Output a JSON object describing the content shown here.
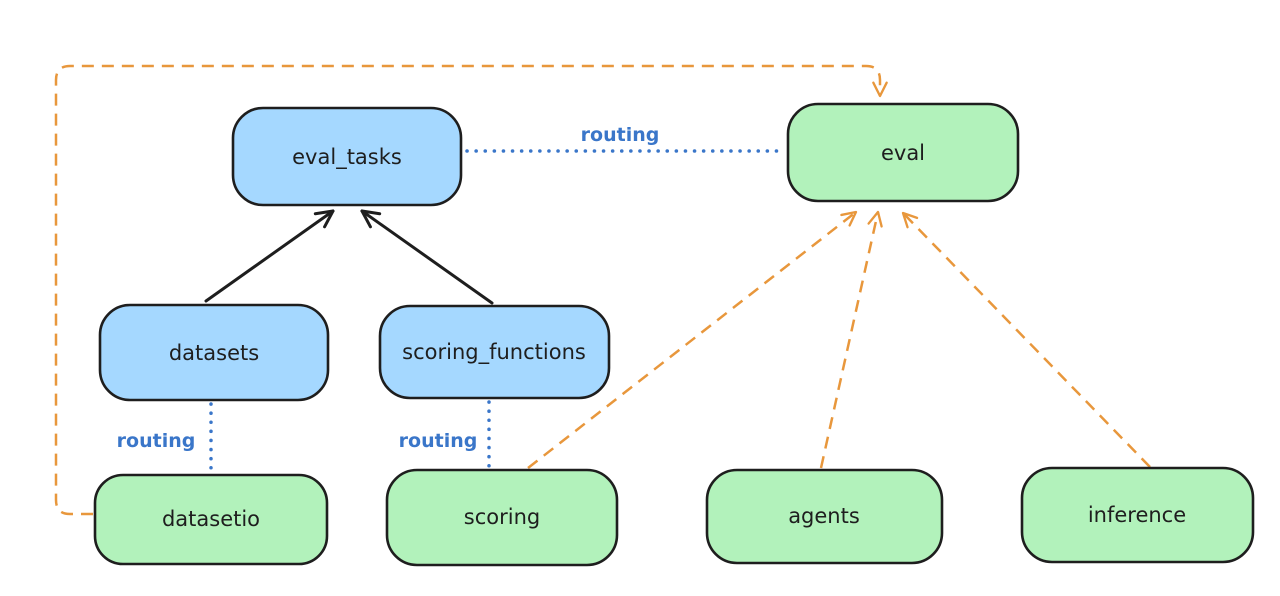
{
  "diagram": {
    "background": "#ffffff",
    "colors": {
      "ink": "#1e1e1e",
      "blue_fill": "#a5d8ff",
      "green_fill": "#b2f2bb",
      "routing_blue": "#3a76c9",
      "orange": "#e8973c"
    },
    "nodes": {
      "eval_tasks": {
        "label": "eval_tasks",
        "color": "blue"
      },
      "eval": {
        "label": "eval",
        "color": "green"
      },
      "datasets": {
        "label": "datasets",
        "color": "blue"
      },
      "scoring_functions": {
        "label": "scoring_functions",
        "color": "blue"
      },
      "datasetio": {
        "label": "datasetio",
        "color": "green"
      },
      "scoring": {
        "label": "scoring",
        "color": "green"
      },
      "agents": {
        "label": "agents",
        "color": "green"
      },
      "inference": {
        "label": "inference",
        "color": "green"
      }
    },
    "edges": [
      {
        "from": "datasets",
        "to": "eval_tasks",
        "style": "solid-black-arrow"
      },
      {
        "from": "scoring_functions",
        "to": "eval_tasks",
        "style": "solid-black-arrow"
      },
      {
        "from": "eval_tasks",
        "to": "eval",
        "style": "dotted-blue",
        "label": "routing"
      },
      {
        "from": "datasets",
        "to": "datasetio",
        "style": "dotted-blue",
        "label": "routing"
      },
      {
        "from": "scoring_functions",
        "to": "scoring",
        "style": "dotted-blue",
        "label": "routing"
      },
      {
        "from": "scoring",
        "to": "eval",
        "style": "dashed-orange-arrow"
      },
      {
        "from": "agents",
        "to": "eval",
        "style": "dashed-orange-arrow"
      },
      {
        "from": "inference",
        "to": "eval",
        "style": "dashed-orange-arrow"
      },
      {
        "from": "datasetio",
        "to": "eval",
        "style": "dashed-orange-arrow",
        "route": "left-and-top-loop"
      }
    ]
  }
}
